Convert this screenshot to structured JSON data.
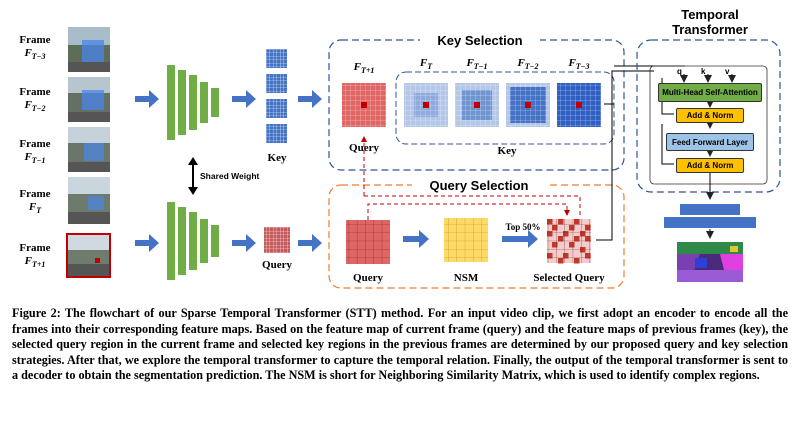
{
  "frames": [
    {
      "word": "Frame",
      "symbol": "F",
      "sub": "T−3"
    },
    {
      "word": "Frame",
      "symbol": "F",
      "sub": "T−2"
    },
    {
      "word": "Frame",
      "symbol": "F",
      "sub": "T−1"
    },
    {
      "word": "Frame",
      "symbol": "F",
      "sub": "T"
    },
    {
      "word": "Frame",
      "symbol": "F",
      "sub": "T+1"
    }
  ],
  "shared_weight": "Shared Weight",
  "key_label": "Key",
  "query_label": "Query",
  "key_selection": {
    "title": "Key Selection",
    "query_label": "Query",
    "key_label": "Key",
    "cols": [
      {
        "symbol": "F",
        "sub": "T+1"
      },
      {
        "symbol": "F",
        "sub": "T"
      },
      {
        "symbol": "F",
        "sub": "T−1"
      },
      {
        "symbol": "F",
        "sub": "T−2"
      },
      {
        "symbol": "F",
        "sub": "T−3"
      }
    ]
  },
  "query_selection": {
    "title": "Query  Selection",
    "query_label": "Query",
    "nsm_label": "NSM",
    "selected_label": "Selected Query",
    "top_label": "Top 50%"
  },
  "transformer": {
    "title_line1": "Temporal",
    "title_line2": "Transformer",
    "q": "q",
    "k": "k",
    "v": "v",
    "mhsa": "Multi-Head Self-Attention",
    "addnorm1": "Add & Norm",
    "ffl": "Feed Forward Layer",
    "addnorm2": "Add & Norm"
  },
  "colors": {
    "arrow": "#4472c4",
    "encoder": "#70ad47",
    "query_red": "#e06666",
    "key_blue": "#4472c4",
    "nsm_yellow": "#ffd966",
    "dashed_blue": "#2f5597",
    "dashed_orange": "#ed7d31",
    "mhsa_green": "#70ad47",
    "addnorm_yellow": "#ffc000",
    "ffl_blue": "#9dc3e6"
  },
  "caption": "Figure 2: The flowchart of our Sparse Temporal Transformer (STT) method. For an input video clip, we first adopt an encoder to encode all the frames into their corresponding feature maps. Based on the feature map of current frame (query) and the feature maps of previous frames (key), the selected query region in the current frame and selected key regions in the previous frames are determined by our proposed query and key selection strategies. After that, we explore the temporal transformer to capture the temporal relation. Finally, the output of the temporal transformer is sent to a decoder to obtain the segmentation prediction. The NSM is short for Neighboring Similarity Matrix, which is used to identify complex regions."
}
